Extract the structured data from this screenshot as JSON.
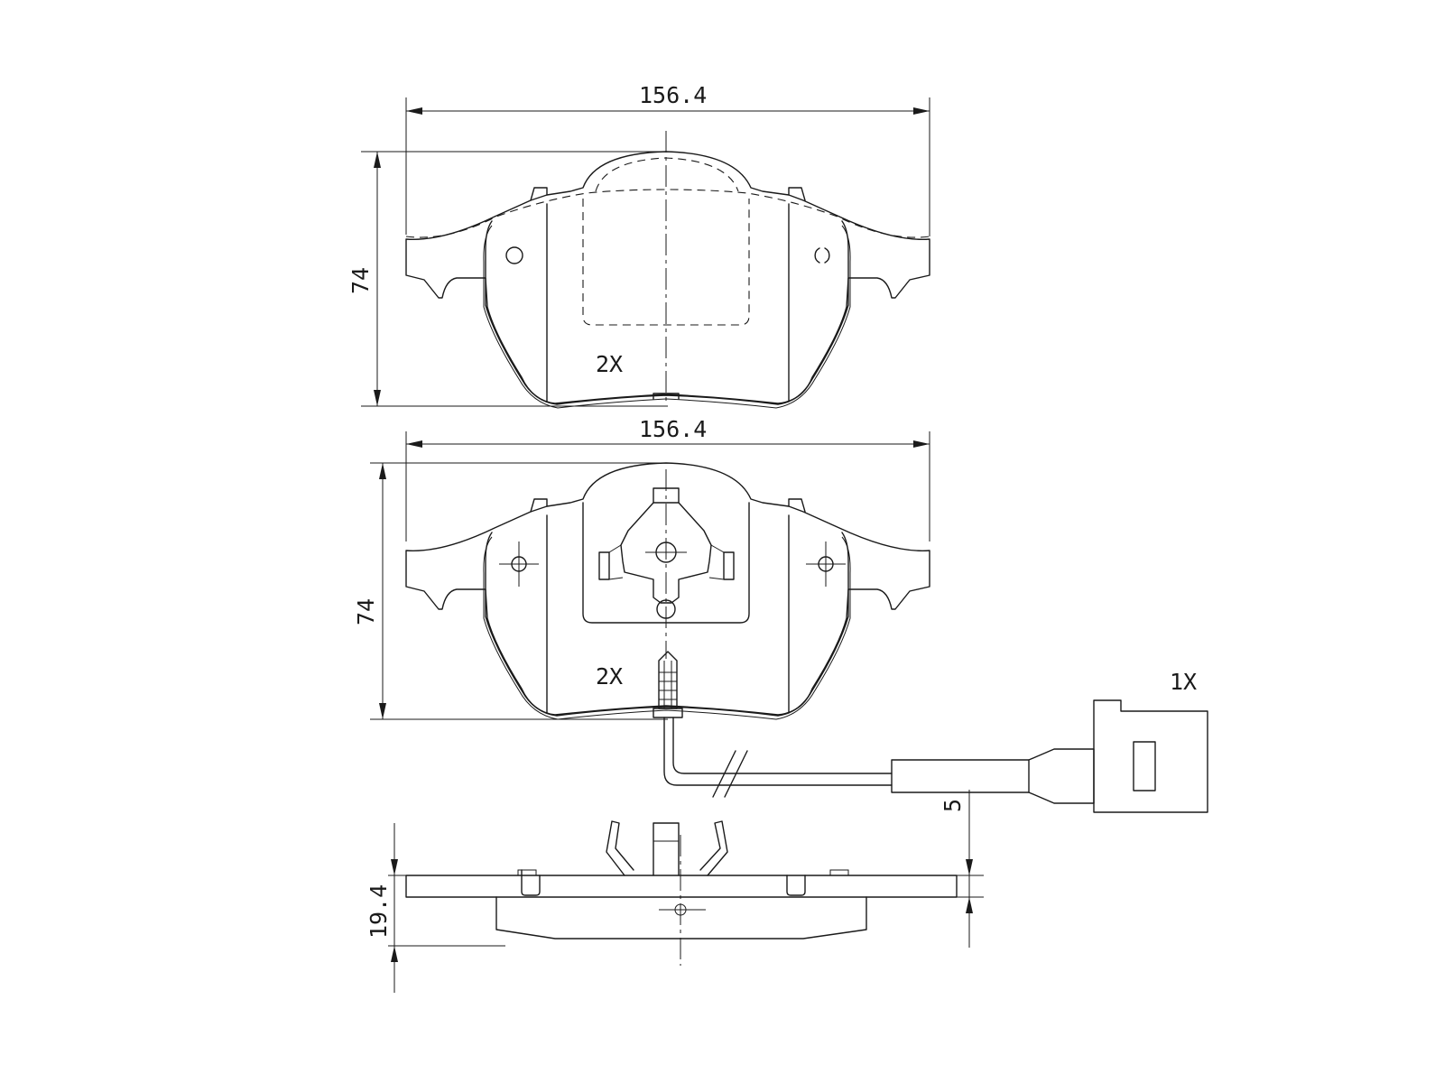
{
  "top_view": {
    "width_label": "156.4",
    "height_label": "74",
    "quantity_label": "2X"
  },
  "middle_view": {
    "width_label": "156.4",
    "height_label": "74",
    "quantity_label": "2X"
  },
  "side_view": {
    "thickness_label": "19.4",
    "backing_label": "5"
  },
  "sensor": {
    "quantity_label": "1X"
  },
  "colors": {
    "line": "#1a1a1a",
    "background": "#ffffff"
  }
}
